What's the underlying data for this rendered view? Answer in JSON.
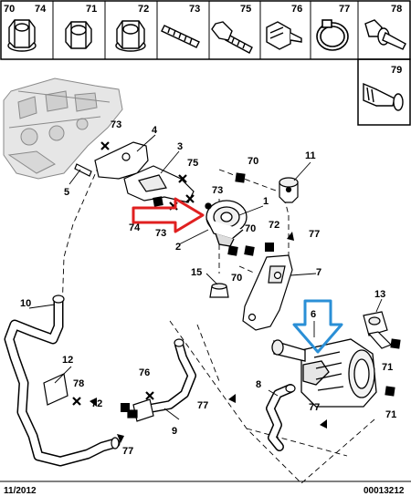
{
  "catalog": {
    "cells": [
      {
        "a": "70",
        "b": "74"
      },
      {
        "a": "71",
        "b": ""
      },
      {
        "a": "72",
        "b": ""
      },
      {
        "a": "73",
        "b": ""
      },
      {
        "a": "75",
        "b": ""
      },
      {
        "a": "76",
        "b": ""
      },
      {
        "a": "77",
        "b": ""
      },
      {
        "a": "78",
        "b": ""
      },
      {
        "a": "79",
        "b": ""
      }
    ]
  },
  "callouts": {
    "c1": "1",
    "c2": "2",
    "c3": "3",
    "c4": "4",
    "c5": "5",
    "c6": "6",
    "c7": "7",
    "c8": "8",
    "c9": "9",
    "c10": "10",
    "c11": "11",
    "c12": "12",
    "c13": "13",
    "c15": "15",
    "n70a": "70",
    "n70b": "70",
    "n70c": "70",
    "n71a": "71",
    "n71b": "71",
    "n72a": "72",
    "n72b": "72",
    "n73a": "73",
    "n73b": "73",
    "n73c": "73",
    "n74": "74",
    "n75": "75",
    "n76": "76",
    "n77a": "77",
    "n77b": "77",
    "n77c": "77",
    "n77d": "77",
    "n78": "78"
  },
  "footer": {
    "date": "11/2012",
    "ref": "00013212"
  },
  "colors": {
    "highlight_red": "#e02020",
    "highlight_blue": "#2a8fd6"
  }
}
